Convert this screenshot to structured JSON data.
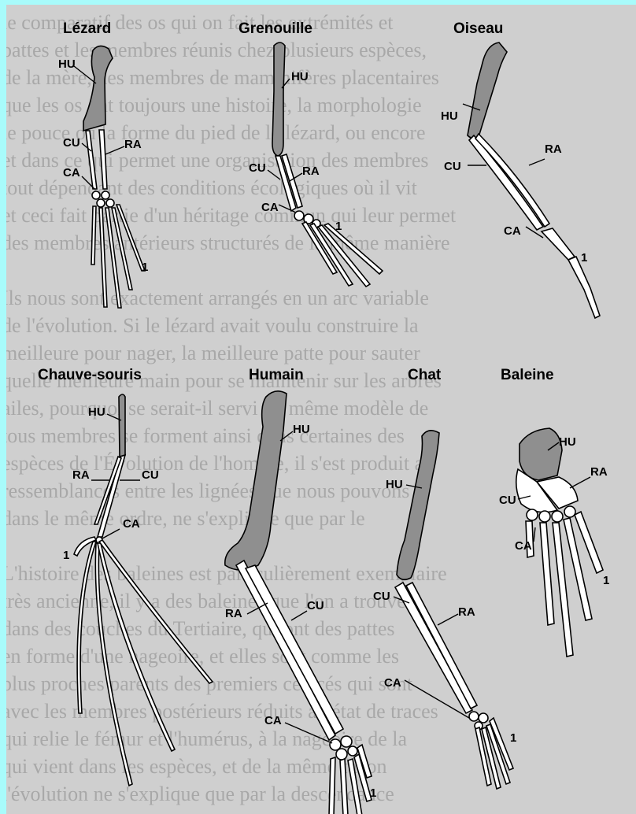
{
  "background_text": [
    "le comparatif des os qui on fait les extrémités et",
    "pattes et les membres réunis chez plusieurs espèces,",
    "de la mère, des membres de mammifères placentaires",
    "que les os ont toujours une histoire, la morphologie",
    "le pouce ou la forme du pied de le lézard, ou encore",
    "et dans ce qui permet une organisation des membres",
    "tout dépendant des conditions écologiques où il vit",
    "et ceci fait partie d'un héritage commun qui leur permet",
    "des membres antérieurs structurés de la même manière",
    "",
    "Ils nous sont exactement arrangés en un arc variable",
    "de l'évolution. Si le lézard avait voulu construire la",
    "meilleure pour nager, la meilleure patte pour sauter",
    "quelle meilleure main pour se maintenir sur les arbres",
    "ailes, pourquoi se serait-il servi du même modèle de",
    "tous membres se forment ainsi dans certaines des",
    "espèces de l'Évolution de l'homme, il s'est produit au",
    "ressemblances entre les lignées que nous pouvons",
    "dans le même ordre, ne s'explique que par le",
    "",
    "L'histoire des baleines est particulièrement exemplaire",
    "très ancienne, il y a des baleines que l'on a trouvées",
    "dans des couches du Tertiaire, qui ont des pattes",
    "en forme d'une nageoire, et elles sont comme les",
    "plus proches parents des premiers cétacés qui sont",
    "avec les membres postérieurs réduits à l'état de traces",
    "qui relie le fémur et l'humérus, à la nageoire de la",
    "qui vient dans les espèces, et de la même façon",
    "l'évolution ne s'explique que par la descendance"
  ],
  "panels": [
    {
      "title": "Lézard",
      "labels": {
        "hu": "HU",
        "cu": "CU",
        "ra": "RA",
        "ca": "CA",
        "digit": "1"
      }
    },
    {
      "title": "Grenouille",
      "labels": {
        "hu": "HU",
        "cu": "CU",
        "ra": "RA",
        "ca": "CA",
        "digit": "1"
      }
    },
    {
      "title": "Oiseau",
      "labels": {
        "hu": "HU",
        "cu": "CU",
        "ra": "RA",
        "ca": "CA",
        "digit": "1"
      }
    },
    {
      "title": "Chauve-souris",
      "labels": {
        "hu": "HU",
        "cu": "CU",
        "ra": "RA",
        "ca": "CA",
        "digit": "1"
      }
    },
    {
      "title": "Humain",
      "labels": {
        "hu": "HU",
        "cu": "CU",
        "ra": "RA",
        "ca": "CA",
        "digit": "1"
      }
    },
    {
      "title": "Chat",
      "labels": {
        "hu": "HU",
        "cu": "CU",
        "ra": "RA",
        "ca": "CA",
        "digit": "1"
      }
    },
    {
      "title": "Baleine",
      "labels": {
        "hu": "HU",
        "cu": "CU",
        "ra": "RA",
        "ca": "CA",
        "digit": "1"
      }
    }
  ],
  "colors": {
    "frame": "#a8fbfb",
    "page": "#cfcfcf",
    "humerus": "#8f8f8f",
    "bone": "#ffffff"
  }
}
